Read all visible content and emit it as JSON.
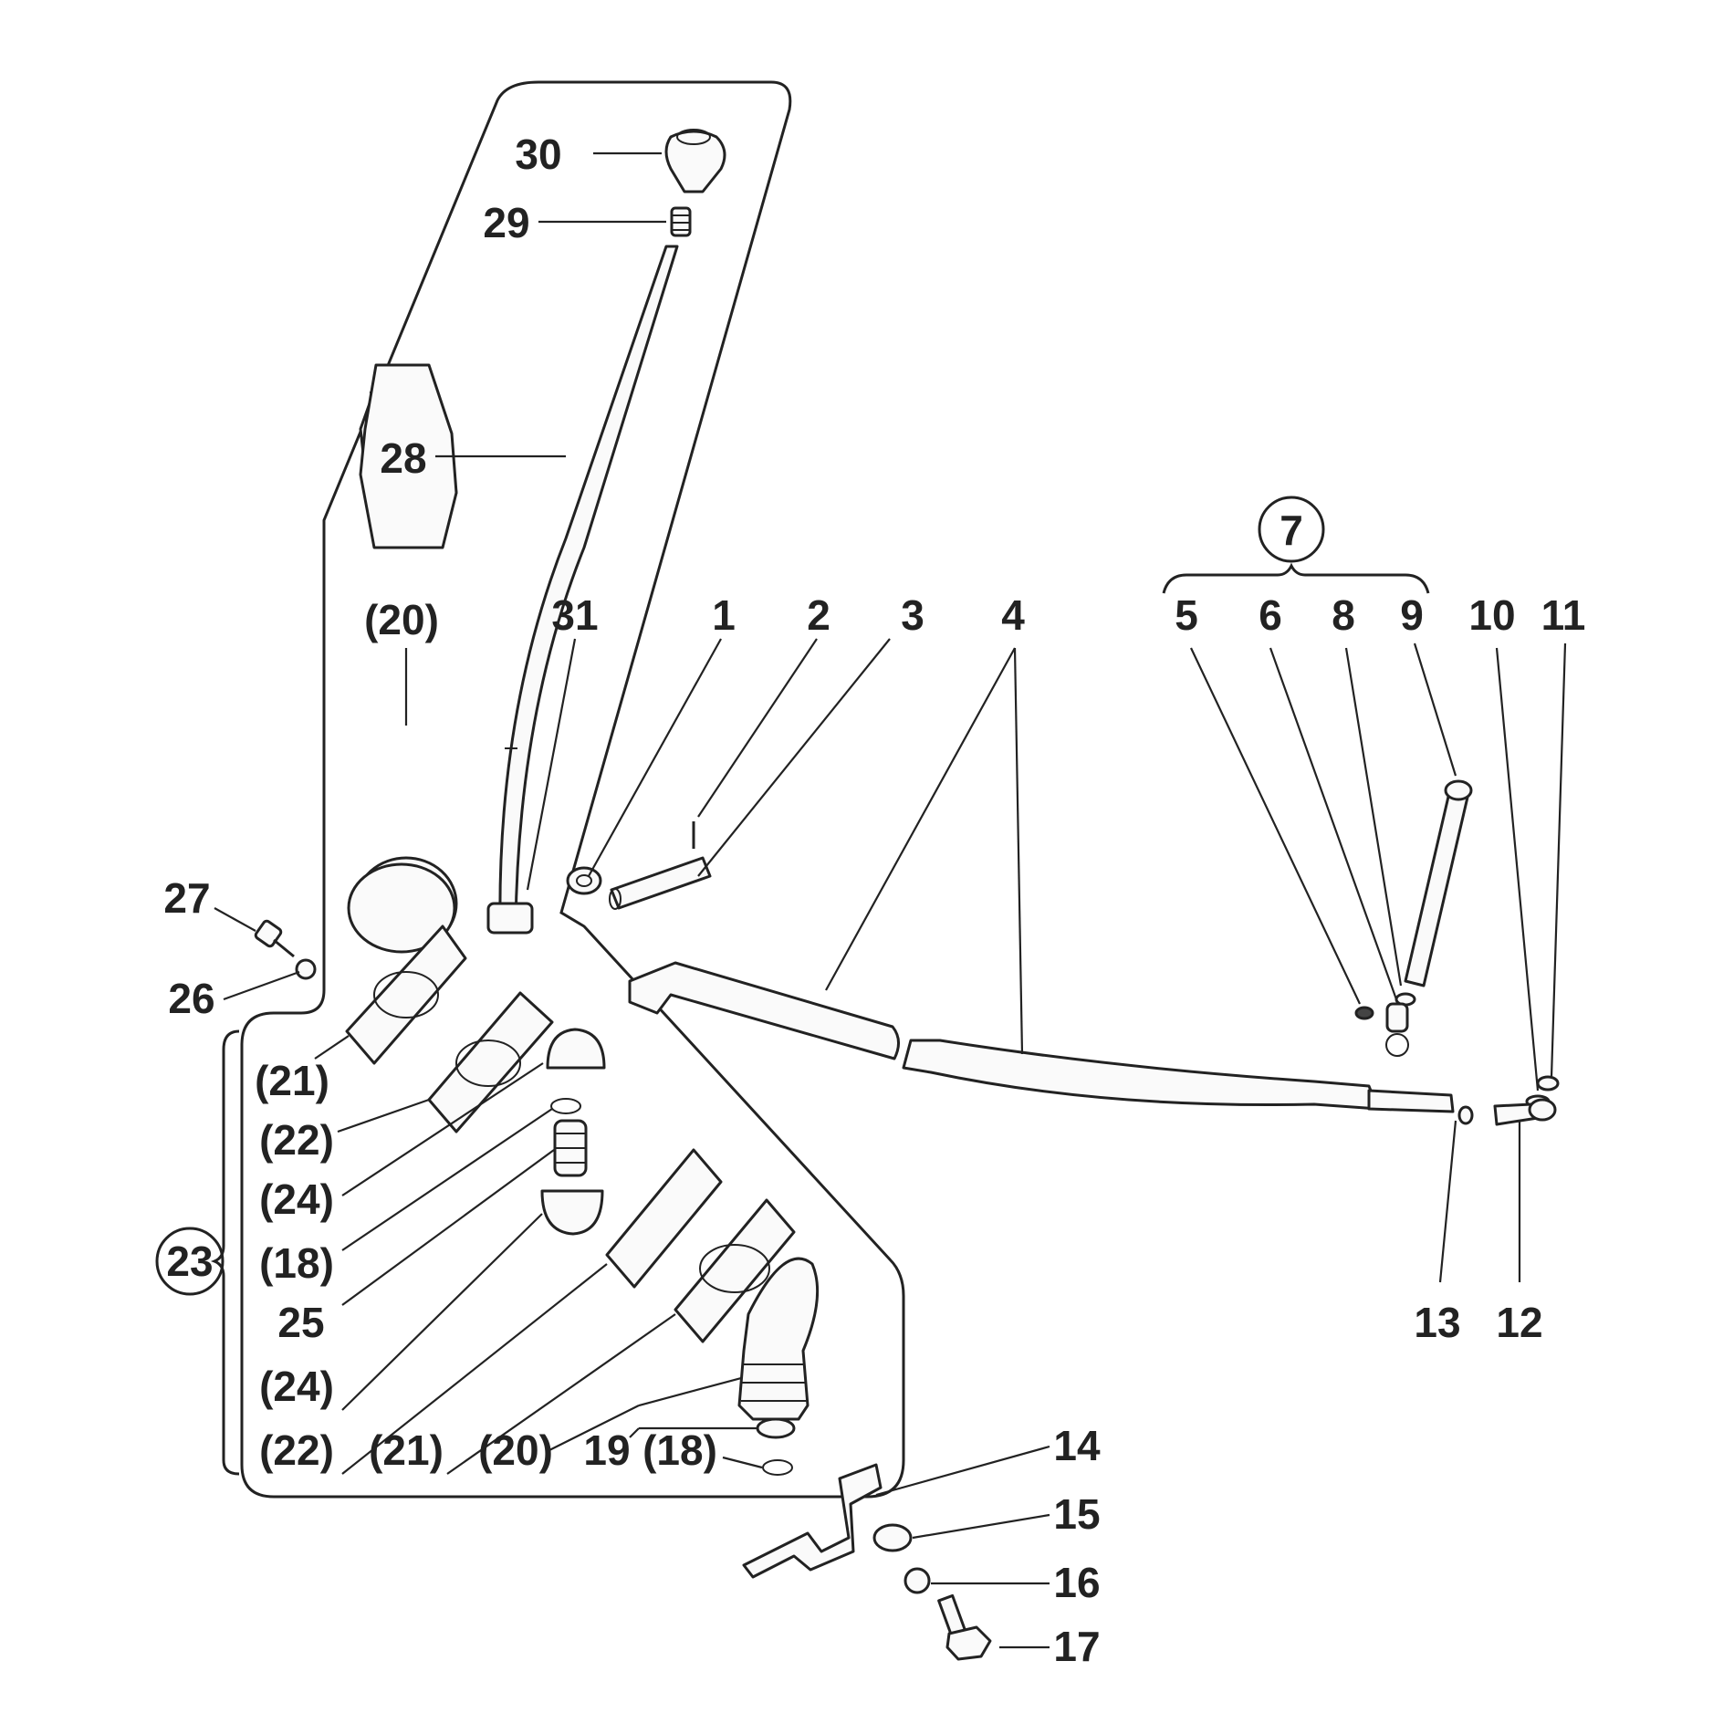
{
  "labels": {
    "l1": "1",
    "l2": "2",
    "l3": "3",
    "l4": "4",
    "l5": "5",
    "l6": "6",
    "l7": "7",
    "l8": "8",
    "l9": "9",
    "l10": "10",
    "l11": "11",
    "l12": "12",
    "l13": "13",
    "l14": "14",
    "l15": "15",
    "l16": "16",
    "l17": "17",
    "l18a": "(18)",
    "l18b": "(18)",
    "l19": "19",
    "l20a": "(20)",
    "l20b": "(20)",
    "l21a": "(21)",
    "l21b": "(21)",
    "l22a": "(22)",
    "l22b": "(22)",
    "l23": "23",
    "l24a": "(24)",
    "l24b": "(24)",
    "l25": "25",
    "l26": "26",
    "l27": "27",
    "l28": "28",
    "l29": "29",
    "l30": "30",
    "l31": "31"
  }
}
